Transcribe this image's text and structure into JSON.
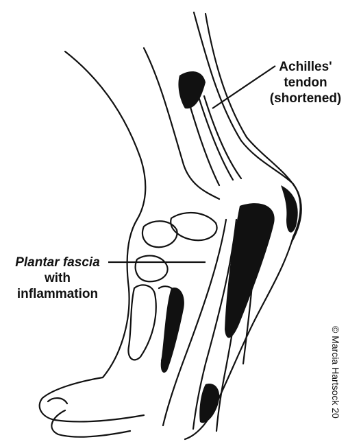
{
  "labels": {
    "achilles": {
      "line1": "Achilles'",
      "line2": "tendon",
      "line3": "(shortened)"
    },
    "plantar": {
      "line1": "Plantar fascia",
      "line2": "with",
      "line3": "inflammation"
    }
  },
  "credit": "© Marcia Hartsock 20",
  "colors": {
    "ink": "#111111",
    "background": "#ffffff"
  }
}
